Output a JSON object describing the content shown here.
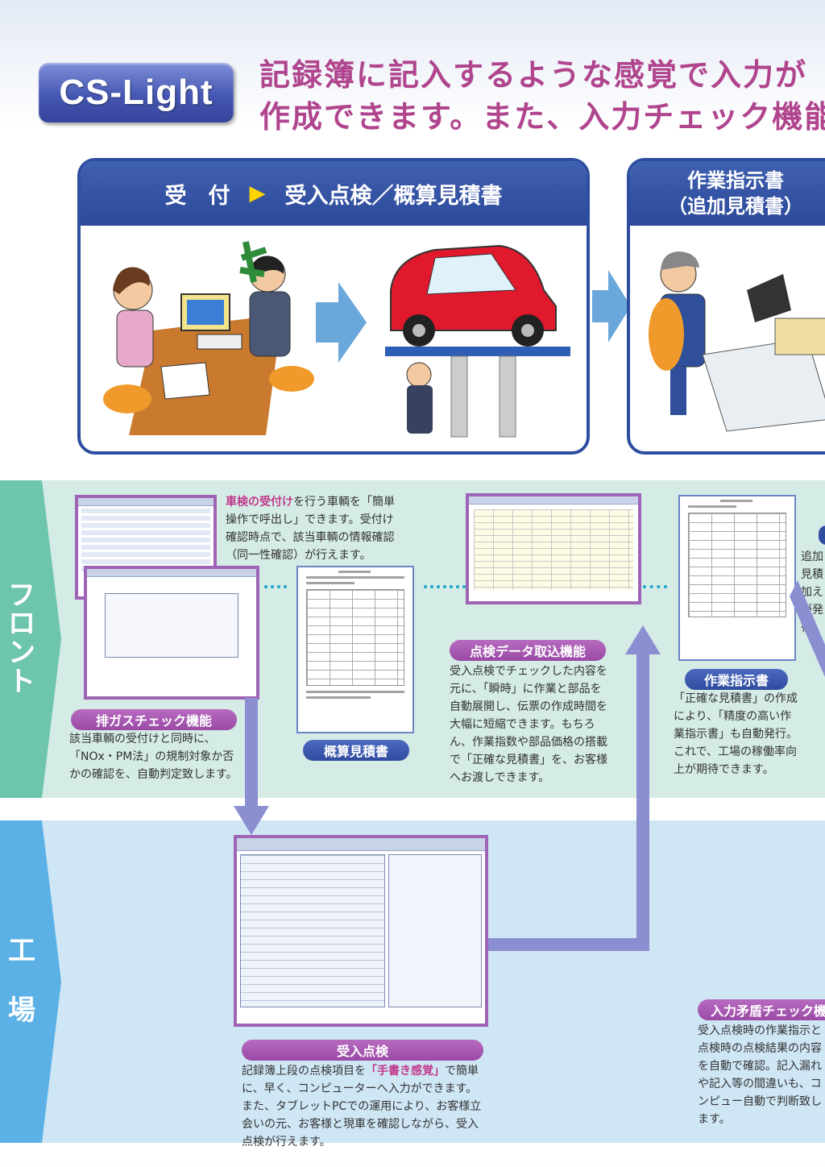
{
  "header": {
    "logo": "CS-Light",
    "headline_line1": "記録簿に記入するような感覚で入力が",
    "headline_line2": "作成できます。また、入力チェック機能"
  },
  "process": {
    "panel1_title_a": "受　付",
    "panel1_title_b": "受入点検／概算見積書",
    "panel2_title_line1": "作業指示書",
    "panel2_title_line2": "（追加見積書）"
  },
  "sections": {
    "front_label": [
      "フ",
      "ロ",
      "ン",
      "ト"
    ],
    "factory_label": [
      "工",
      "場"
    ]
  },
  "front": {
    "reception_desc_hl": "車検の受付け",
    "reception_desc_rest": "を行う車輌を「簡単操作で呼出し」できます。受付け確認時点で、該当車輌の情報確認（同一性確認）が行えます。",
    "exhaust_title": "排ガスチェック機能",
    "exhaust_desc": "該当車輌の受付けと同時に、「NOx・PM法」の規制対象か否かの確認を、自動判定致します。",
    "estimate_title": "概算見積書",
    "import_title": "点検データ取込機能",
    "import_desc": "受入点検でチェックした内容を元に、「瞬時」に作業と部品を自動展開し、伝票の作成時間を大幅に短縮できます。もちろん、作業指数や部品価格の搭載で「正確な見積書」を、お客様へお渡しできます。",
    "work_order_title": "作業指示書",
    "work_order_desc": "「正確な見積書」の作成により、「精度の高い作業指示書」も自動発行。これで、工場の稼働率向上が期待できます。",
    "side_note": "追加見積\n加え\nが発行"
  },
  "factory": {
    "inspection_title": "受入点検",
    "inspection_desc_a": "記録簿上段の点検項目を",
    "inspection_desc_hl": "「手書き感覚」",
    "inspection_desc_b": "で簡単に、早く、コンピューターへ入力ができます。また、タブレットPCでの運用により、お客様立会いの元、お客様と現車を確認しながら、受入点検が行えます。",
    "contradiction_title": "入力矛盾チェック機",
    "contradiction_desc": "受入点検時の作業指示と点検時の点検結果の内容を自動で確認。記入漏れや記入等の間違いも、コンピュー自動で判断致します。"
  },
  "colors": {
    "accent_purple": "#9f64b5",
    "accent_blue": "#2d4e9e",
    "front_band": "#d4ebe6",
    "factory_band": "#cfe6f4",
    "headline": "#b0458e"
  }
}
